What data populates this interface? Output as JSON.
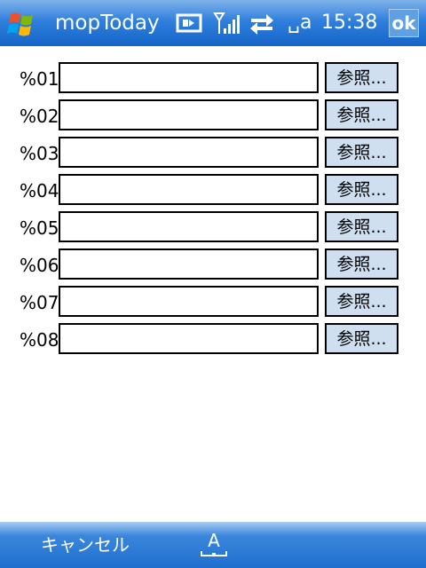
{
  "titlebar": {
    "app_title": "mopToday :",
    "ime_indicator": "␣a",
    "clock": "15:38",
    "ok_label": "ok",
    "icons": [
      "windows-start-icon",
      "connection-icon",
      "signal-strength-icon",
      "data-sync-icon"
    ]
  },
  "rows": [
    {
      "label": "%01",
      "value": "",
      "button": "参照..."
    },
    {
      "label": "%02",
      "value": "",
      "button": "参照..."
    },
    {
      "label": "%03",
      "value": "",
      "button": "参照..."
    },
    {
      "label": "%04",
      "value": "",
      "button": "参照..."
    },
    {
      "label": "%05",
      "value": "",
      "button": "参照..."
    },
    {
      "label": "%06",
      "value": "",
      "button": "参照..."
    },
    {
      "label": "%07",
      "value": "",
      "button": "参照..."
    },
    {
      "label": "%08",
      "value": "",
      "button": "参照..."
    }
  ],
  "softkeys": {
    "left_label": "キャンセル",
    "input_method_letter": "A"
  },
  "colors": {
    "titlebar": "#2f7fdc",
    "button_fill": "#cfdff0",
    "softkey_bar": "#1f6fcf"
  }
}
